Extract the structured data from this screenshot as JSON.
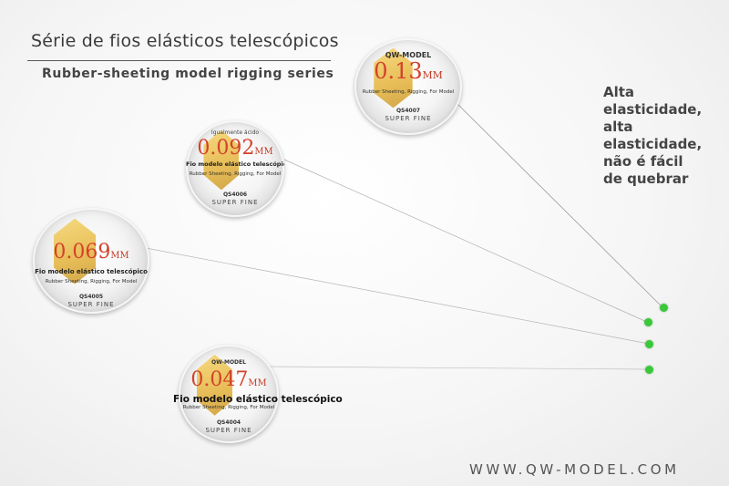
{
  "header": {
    "title": "Série de fios elásticos telescópicos",
    "subtitle": "Rubber-sheeting model rigging series"
  },
  "side_note": {
    "lines": [
      "Alta",
      "elasticidade,",
      "alta",
      "elasticidade,",
      "não é fácil",
      "de quebrar"
    ]
  },
  "footer": {
    "website": "WWW.QW-MODEL.COM"
  },
  "spools": [
    {
      "brand": "QW-MODEL",
      "size": "0.13",
      "unit": "MM",
      "caption": "",
      "fine_1": "Rubber Sheeting, Rigging, For Model",
      "fine_2": "",
      "code": "QS4007",
      "series": "SUPER FINE",
      "top_note": ""
    },
    {
      "brand": "",
      "size": "0.092",
      "unit": "MM",
      "caption": "Fio modelo elástico telescópico",
      "fine_1": "Rubber Sheeting, Rigging, For Model",
      "fine_2": "",
      "code": "QS4006",
      "series": "SUPER FINE",
      "top_note": "Igualmente ácido"
    },
    {
      "brand": "",
      "size": "0.069",
      "unit": "MM",
      "caption": "Fio modelo elástico telescópico",
      "fine_1": "Rubber Sheeting, Rigging, For Model",
      "fine_2": "",
      "code": "QS4005",
      "series": "SUPER FINE",
      "top_note": ""
    },
    {
      "brand": "QW-MODEL",
      "size": "0.047",
      "unit": "MM",
      "caption": "Fio modelo elástico telescópico",
      "fine_1": "Rubber Sheeting, Rigging, For Model",
      "fine_2": "",
      "code": "QS4004",
      "series": "SUPER FINE",
      "top_note": ""
    }
  ],
  "colors": {
    "size_text": "#d4422a",
    "thread_end": "#39c83a",
    "hex_badge": "#e0a820"
  }
}
